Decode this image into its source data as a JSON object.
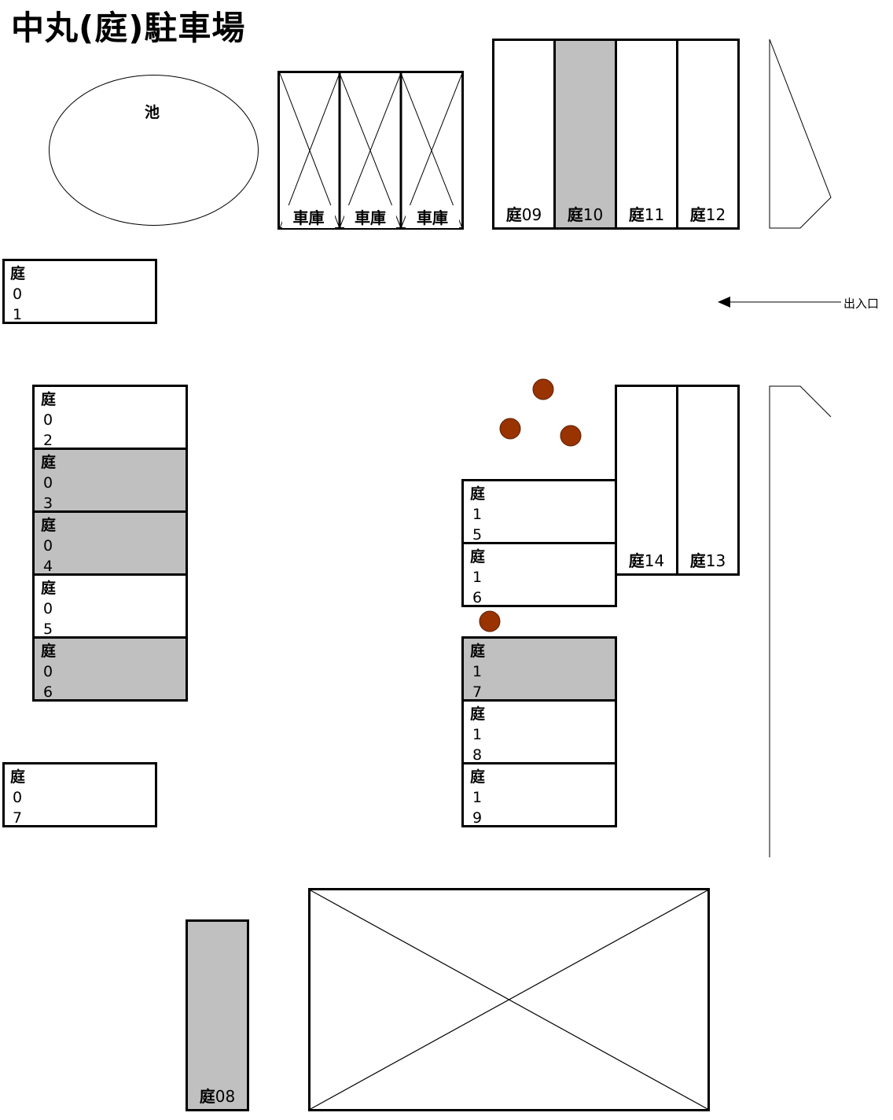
{
  "title": "中丸(庭)駐車場",
  "pond": {
    "label": "池"
  },
  "garage": {
    "label": "車庫",
    "count": 3
  },
  "entrance": {
    "label": "出入口"
  },
  "colors": {
    "occupied": "#c0c0c0",
    "vacant": "#ffffff",
    "tree": "#993300"
  },
  "slots": {
    "s01": {
      "prefix": "庭",
      "d1": "0",
      "d2": "1",
      "status": "vacant"
    },
    "s02": {
      "prefix": "庭",
      "d1": "0",
      "d2": "2",
      "status": "vacant"
    },
    "s03": {
      "prefix": "庭",
      "d1": "0",
      "d2": "3",
      "status": "occupied"
    },
    "s04": {
      "prefix": "庭",
      "d1": "0",
      "d2": "4",
      "status": "occupied"
    },
    "s05": {
      "prefix": "庭",
      "d1": "0",
      "d2": "5",
      "status": "vacant"
    },
    "s06": {
      "prefix": "庭",
      "d1": "0",
      "d2": "6",
      "status": "occupied"
    },
    "s07": {
      "prefix": "庭",
      "d1": "0",
      "d2": "7",
      "status": "vacant"
    },
    "s08": {
      "prefix": "庭",
      "num": "08",
      "status": "occupied"
    },
    "s09": {
      "prefix": "庭",
      "num": "09",
      "status": "vacant"
    },
    "s10": {
      "prefix": "庭",
      "num": "10",
      "status": "occupied"
    },
    "s11": {
      "prefix": "庭",
      "num": "11",
      "status": "vacant"
    },
    "s12": {
      "prefix": "庭",
      "num": "12",
      "status": "vacant"
    },
    "s13": {
      "prefix": "庭",
      "num": "13",
      "status": "vacant"
    },
    "s14": {
      "prefix": "庭",
      "num": "14",
      "status": "vacant"
    },
    "s15": {
      "prefix": "庭",
      "d1": "1",
      "d2": "5",
      "status": "vacant"
    },
    "s16": {
      "prefix": "庭",
      "d1": "1",
      "d2": "6",
      "status": "vacant"
    },
    "s17": {
      "prefix": "庭",
      "d1": "1",
      "d2": "7",
      "status": "occupied"
    },
    "s18": {
      "prefix": "庭",
      "d1": "1",
      "d2": "8",
      "status": "vacant"
    },
    "s19": {
      "prefix": "庭",
      "d1": "1",
      "d2": "9",
      "status": "vacant"
    }
  }
}
